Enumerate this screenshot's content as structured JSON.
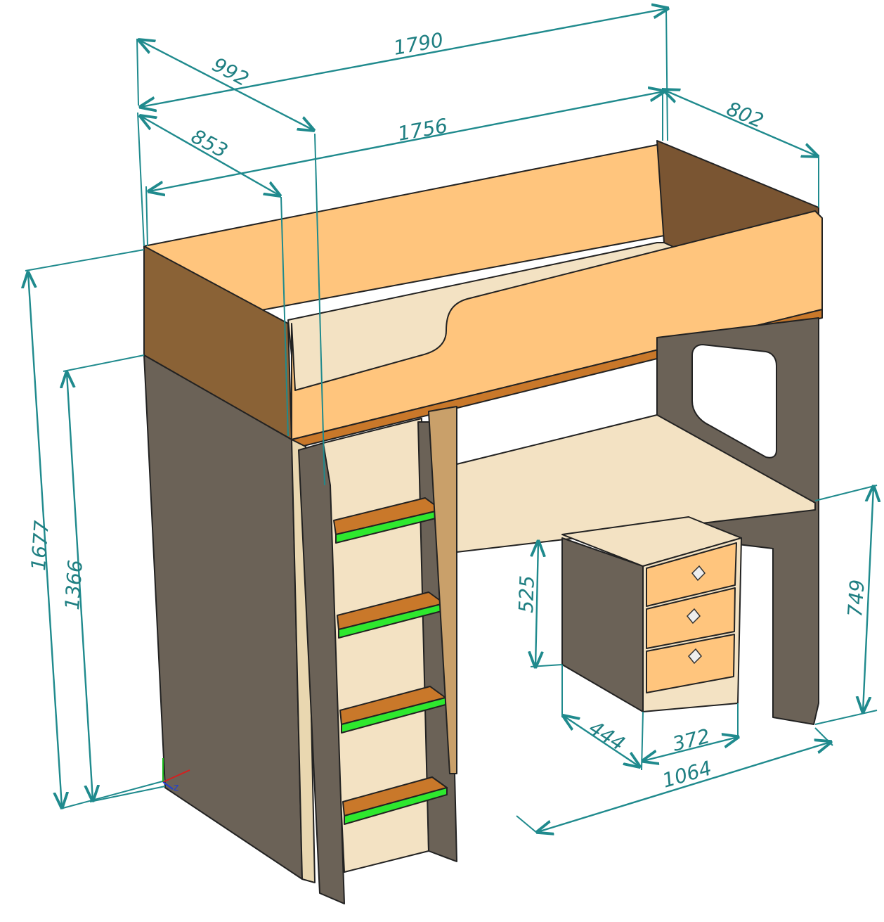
{
  "dimensions": {
    "total_length": "1790",
    "bed_length": "1756",
    "total_depth": "992",
    "bed_depth": "853",
    "right_depth": "802",
    "total_height": "1677",
    "under_height": "1366",
    "desk_height": "749",
    "drawer_clearance": "525",
    "drawer_depth": "444",
    "drawer_width": "372",
    "desk_width": "1064"
  },
  "axis_labels": {
    "z": "z"
  },
  "colors": {
    "dimension": "#1f8a8d",
    "dark_panel": "#6b6257",
    "orange_panel": "#ffc57d",
    "brown_side": "#7a5532",
    "light_wood": "#f3e2c3",
    "step_green": "#2ee82e",
    "step_wood": "#c9782a"
  }
}
